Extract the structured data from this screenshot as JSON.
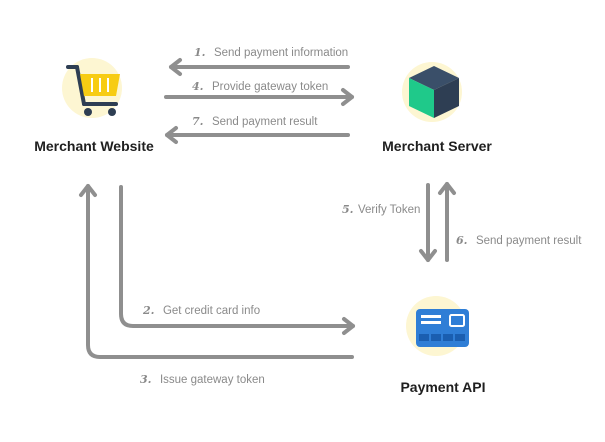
{
  "nodes": {
    "merchant_website": {
      "label": "Merchant Website",
      "icon": "shopping-cart-icon"
    },
    "merchant_server": {
      "label": "Merchant Server",
      "icon": "server-cube-icon"
    },
    "payment_api": {
      "label": "Payment API",
      "icon": "credit-card-icon"
    }
  },
  "edges": [
    {
      "num": "1.",
      "label": "Send payment information",
      "from": "merchant_server",
      "to": "merchant_website"
    },
    {
      "num": "2.",
      "label": "Get credit card info",
      "from": "merchant_website",
      "to": "payment_api"
    },
    {
      "num": "3.",
      "label": "Issue gateway token",
      "from": "payment_api",
      "to": "merchant_website"
    },
    {
      "num": "4.",
      "label": "Provide gateway token",
      "from": "merchant_website",
      "to": "merchant_server"
    },
    {
      "num": "5.",
      "label": "Verify Token",
      "from": "merchant_server",
      "to": "payment_api"
    },
    {
      "num": "6.",
      "label": "Send payment result",
      "from": "payment_api",
      "to": "merchant_server"
    },
    {
      "num": "7.",
      "label": "Send payment result",
      "from": "merchant_server",
      "to": "merchant_website"
    }
  ],
  "colors": {
    "arrow": "#8f8f8f",
    "halo": "#fdf6d2",
    "cart_yellow": "#f7cc13",
    "cube_green": "#1fc98a",
    "cube_dark": "#2e3e53",
    "card_blue": "#2f7ed6"
  }
}
